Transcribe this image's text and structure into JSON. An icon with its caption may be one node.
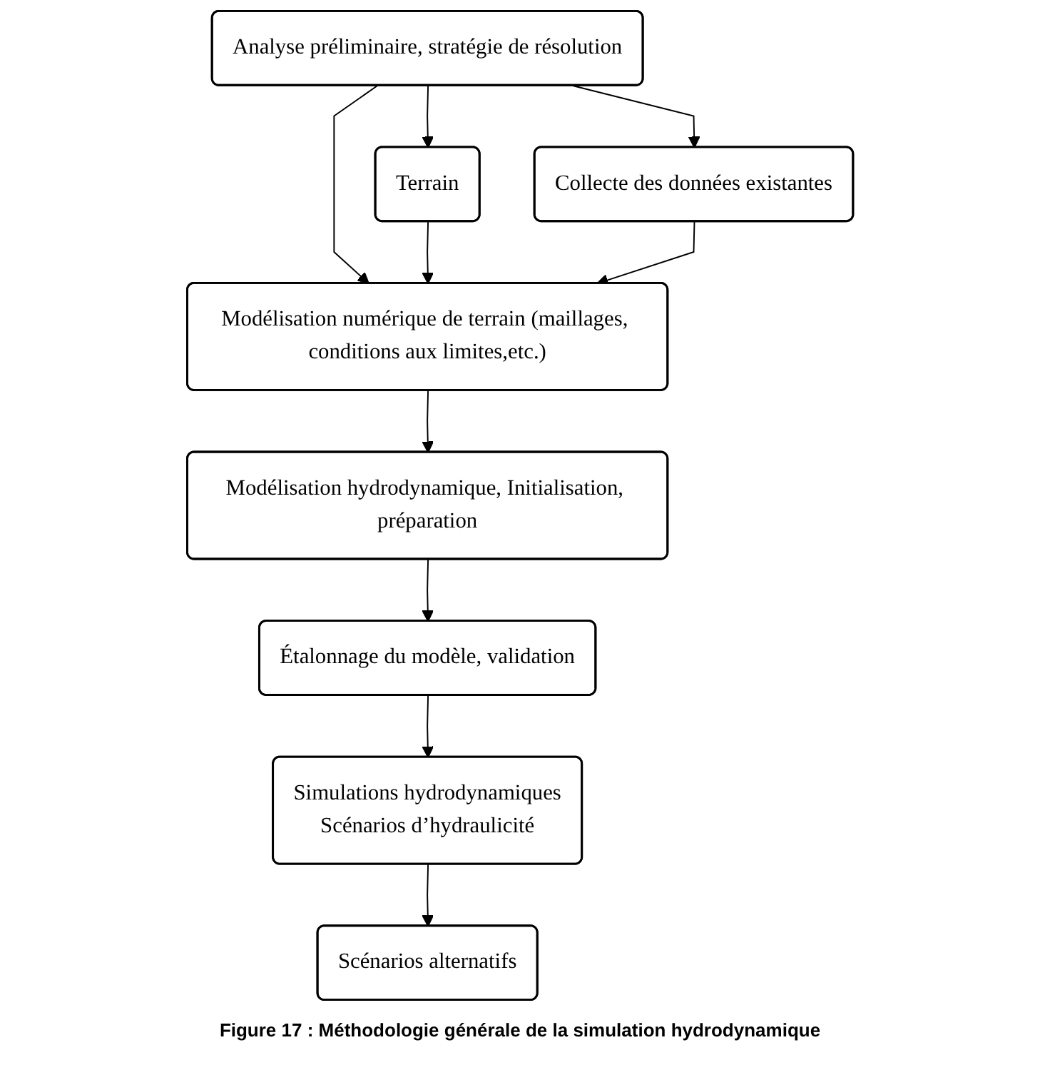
{
  "diagram": {
    "caption": "Figure 17 : Méthodologie générale de la simulation hydrodynamique",
    "nodes": [
      {
        "text": [
          "Analyse préliminaire, stratégie de résolution"
        ]
      },
      {
        "text": [
          "Terrain"
        ]
      },
      {
        "text": [
          "Collecte des données existantes"
        ]
      },
      {
        "text": [
          "Modélisation numérique de terrain (maillages, conditions aux limites,etc.)"
        ]
      },
      {
        "text": [
          "Modélisation hydrodynamique, Initialisation, préparation"
        ]
      },
      {
        "text": [
          "Étalonnage du modèle, validation"
        ]
      },
      {
        "text": [
          "Simulations hydrodynamiques",
          "Scénarios d’hydraulicité"
        ]
      },
      {
        "text": [
          "Scénarios alternatifs"
        ]
      }
    ],
    "edges": [
      {
        "from": 0,
        "to": 1,
        "arrow": "to"
      },
      {
        "from": 0,
        "to": 3,
        "arrow": "to"
      },
      {
        "from": 0,
        "to": 2,
        "arrow": "to"
      },
      {
        "from": 1,
        "to": 3,
        "arrow": "to"
      },
      {
        "from": 2,
        "to": 3,
        "arrow": "to"
      },
      {
        "from": 3,
        "to": 4,
        "arrow": "to"
      },
      {
        "from": 4,
        "to": 5,
        "arrow": "to"
      },
      {
        "from": 5,
        "to": 6,
        "arrow": "to"
      },
      {
        "from": 6,
        "to": 7,
        "arrow": "to"
      }
    ]
  }
}
